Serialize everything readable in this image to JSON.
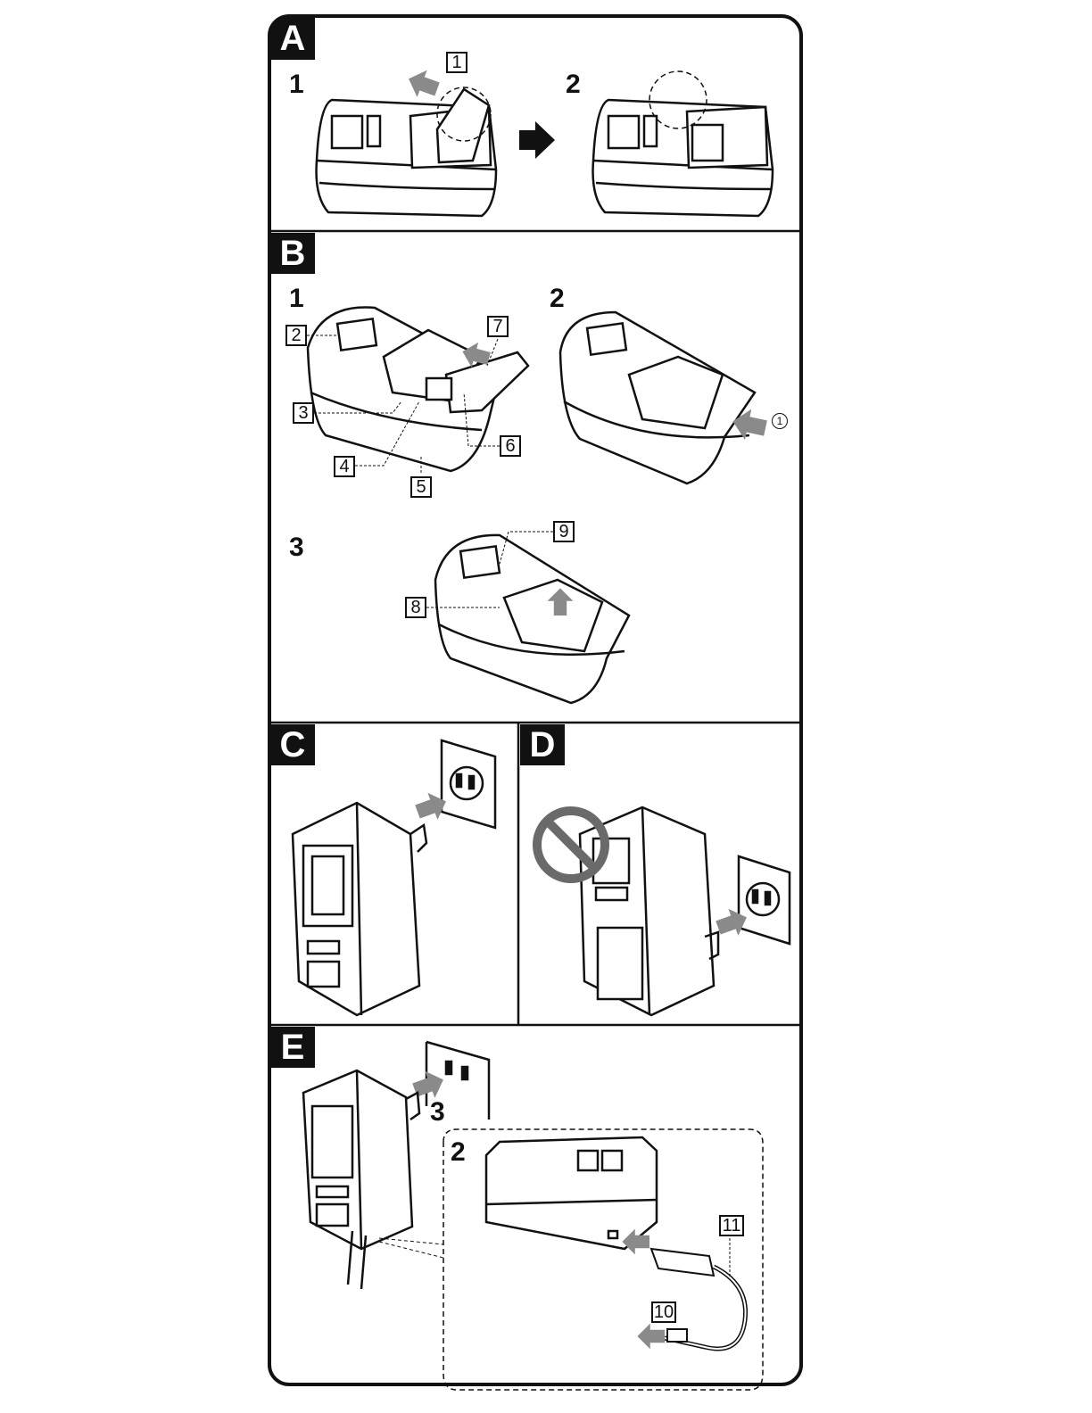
{
  "sections": {
    "a": {
      "label": "A",
      "steps": [
        "1",
        "2"
      ],
      "callouts": [
        "1"
      ]
    },
    "b": {
      "label": "B",
      "steps": [
        "1",
        "2",
        "3"
      ],
      "callouts": [
        "2",
        "3",
        "4",
        "5",
        "6",
        "7",
        "8",
        "9"
      ],
      "circled": "1"
    },
    "c": {
      "label": "C"
    },
    "d": {
      "label": "D"
    },
    "e": {
      "label": "E",
      "steps": [
        "3",
        "2"
      ],
      "callouts": [
        "10",
        "11"
      ]
    }
  },
  "colors": {
    "ink": "#111111",
    "arrow": "#8a8a8a",
    "background": "#ffffff",
    "prohibit": "#6a6a6a"
  }
}
